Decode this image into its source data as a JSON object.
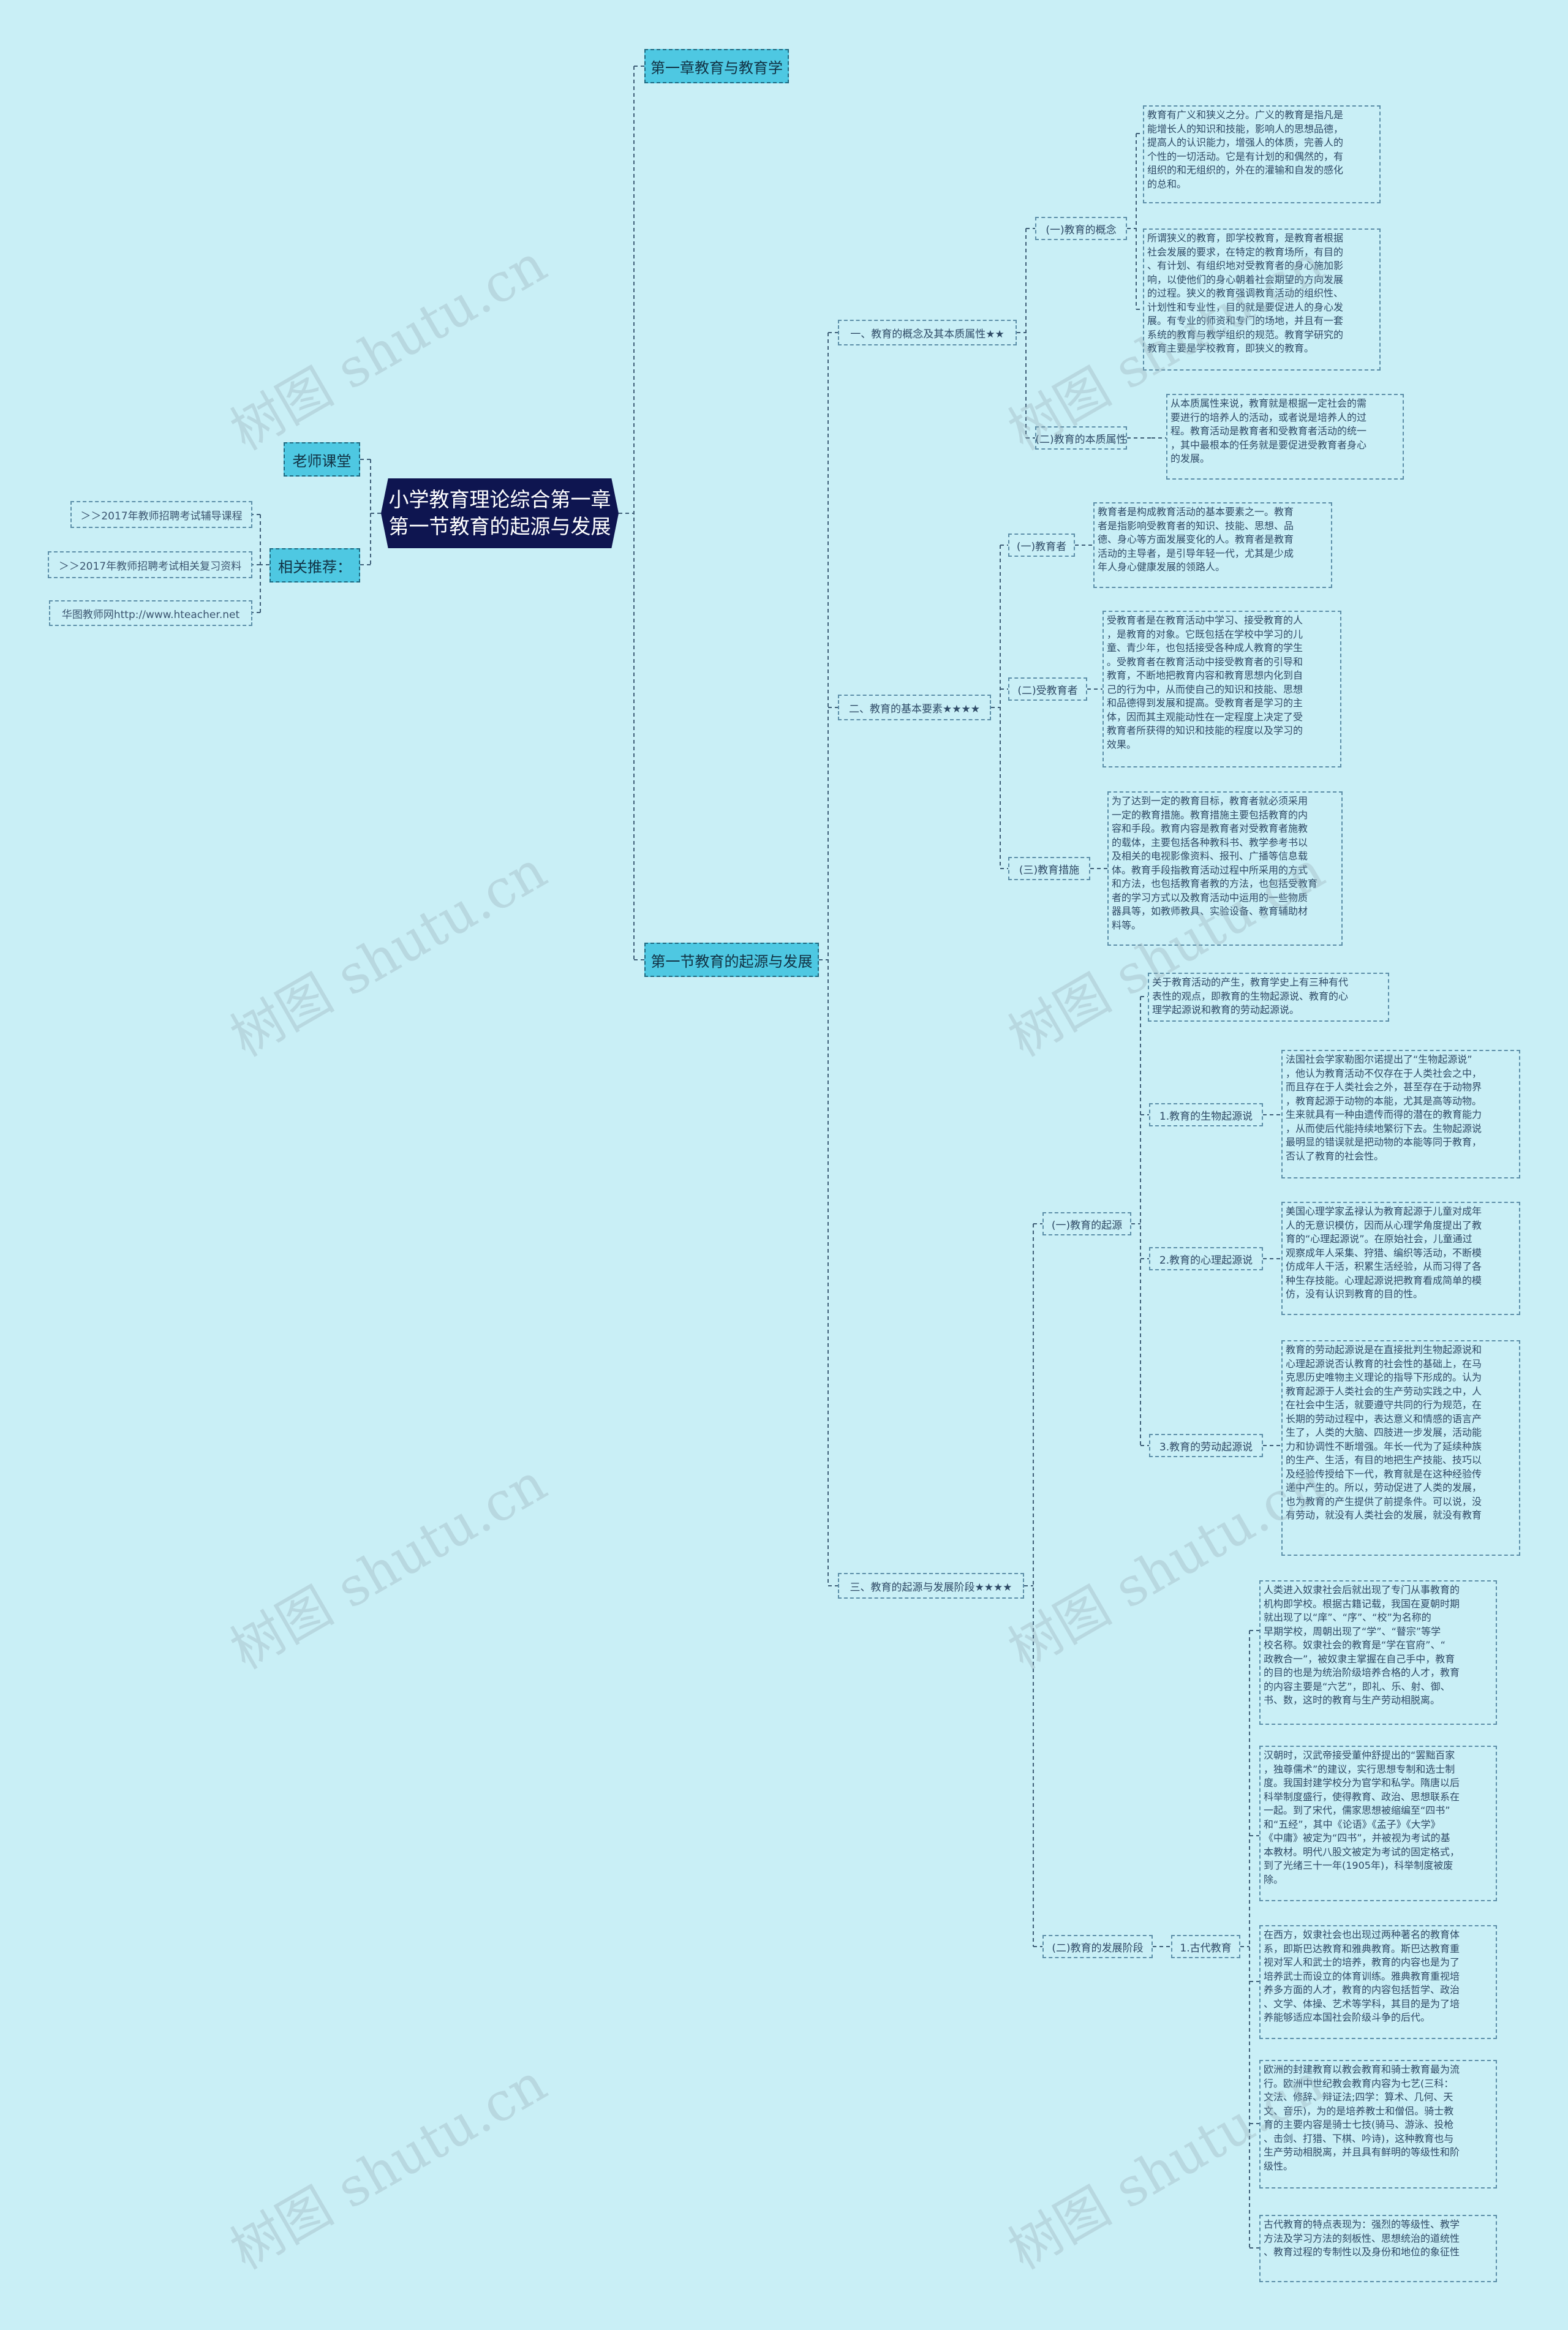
{
  "root": {
    "line1": "小学教育理论综合第一章",
    "line2": "第一节教育的起源与发展"
  },
  "left": {
    "teacher_class": "老师课堂",
    "recommend": "相关推荐：",
    "recommend_items": [
      "＞＞2017年教师招聘考试辅导课程",
      "＞＞2017年教师招聘考试相关复习资料",
      "华图教师网http://www.hteacher.net"
    ]
  },
  "branches": {
    "chapter": "第一章教育与教育学",
    "section": "第一节教育的起源与发展"
  },
  "topics": {
    "t1": "一、教育的概念及其本质属性★★",
    "t2": "二、教育的基本要素★★★★",
    "t3": "三、教育的起源与发展阶段★★★★"
  },
  "subs": {
    "s1": "(一)教育的概念",
    "s2": "(二)教育的本质属性",
    "s3": "(一)教育者",
    "s4": "(二)受教育者",
    "s5": "(三)教育措施",
    "s6": "(一)教育的起源",
    "s7": "1.教育的生物起源说",
    "s8": "2.教育的心理起源说",
    "s9": "3.教育的劳动起源说",
    "s10": "(二)教育的发展阶段",
    "s11": "1.古代教育"
  },
  "texts": {
    "p1": "教育有广义和狭义之分。广义的教育是指凡是\n能增长人的知识和技能，影响人的思想品德，\n提高人的认识能力，增强人的体质，完善人的\n个性的一切活动。它是有计划的和偶然的，有\n组织的和无组织的，外在的灌输和自发的感化\n的总和。",
    "p2": "所谓狭义的教育，即学校教育，是教育者根据\n社会发展的要求，在特定的教育场所，有目的\n、有计划、有组织地对受教育者的身心施加影\n响，以使他们的身心朝着社会期望的方向发展\n的过程。狭义的教育强调教育活动的组织性、\n计划性和专业性，目的就是要促进人的身心发\n展。有专业的师资和专门的场地，并且有一套\n系统的教育与教学组织的规范。教育学研究的\n教育主要是学校教育，即狭义的教育。",
    "p3": "从本质属性来说，教育就是根据一定社会的需\n要进行的培养人的活动，或者说是培养人的过\n程。教育活动是教育者和受教育者活动的统一\n，其中最根本的任务就是要促进受教育者身心\n的发展。",
    "p4": "教育者是构成教育活动的基本要素之一。教育\n者是指影响受教育者的知识、技能、思想、品\n德、身心等方面发展变化的人。教育者是教育\n活动的主导者，是引导年轻一代，尤其是少成\n年人身心健康发展的领路人。",
    "p5": "受教育者是在教育活动中学习、接受教育的人\n，是教育的对象。它既包括在学校中学习的儿\n童、青少年，也包括接受各种成人教育的学生\n。受教育者在教育活动中接受教育者的引导和\n教育，不断地把教育内容和教育思想内化到自\n己的行为中，从而使自己的知识和技能、思想\n和品德得到发展和提高。受教育者是学习的主\n体，因而其主观能动性在一定程度上决定了受\n教育者所获得的知识和技能的程度以及学习的\n效果。",
    "p6": "为了达到一定的教育目标，教育者就必须采用\n一定的教育措施。教育措施主要包括教育的内\n容和手段。教育内容是教育者对受教育者施教\n的载体，主要包括各种教科书、教学参考书以\n及相关的电视影像资料、报刊、广播等信息载\n体。教育手段指教育活动过程中所采用的方式\n和方法，也包括教育者教的方法，也包括受教育\n者的学习方式以及教育活动中运用的一些物质\n器具等，如教师教具、实验设备、教育辅助材\n料等。",
    "p7": "关于教育活动的产生，教育学史上有三种有代\n表性的观点，即教育的生物起源说、教育的心\n理学起源说和教育的劳动起源说。",
    "p8": "法国社会学家勒图尔诺提出了“生物起源说”\n，他认为教育活动不仅存在于人类社会之中，\n而且存在于人类社会之外，甚至存在于动物界\n，教育起源于动物的本能，尤其是高等动物。\n生来就具有一种由遗传而得的潜在的教育能力\n，从而使后代能持续地繁衍下去。生物起源说\n最明显的错误就是把动物的本能等同于教育，\n否认了教育的社会性。",
    "p9": "美国心理学家孟禄认为教育起源于儿童对成年\n人的无意识模仿，因而从心理学角度提出了教\n育的“心理起源说”。在原始社会，儿童通过\n观察成年人采集、狩猎、编织等活动，不断模\n仿成年人干活，积累生活经验，从而习得了各\n种生存技能。心理起源说把教育看成简单的模\n仿，没有认识到教育的目的性。",
    "p10": "教育的劳动起源说是在直接批判生物起源说和\n心理起源说否认教育的社会性的基础上，在马\n克思历史唯物主义理论的指导下形成的。认为\n教育起源于人类社会的生产劳动实践之中，人\n在社会中生活，就要遵守共同的行为规范，在\n长期的劳动过程中，表达意义和情感的语言产\n生了，人类的大脑、四肢进一步发展，活动能\n力和协调性不断增强。年长一代为了延续种族\n的生产、生活，有目的地把生产技能、技巧以\n及经验传授给下一代，教育就是在这种经验传\n递中产生的。所以，劳动促进了人类的发展，\n也为教育的产生提供了前提条件。可以说，没\n有劳动，就没有人类社会的发展，就没有教育",
    "p11": "人类进入奴隶社会后就出现了专门从事教育的\n机构即学校。根据古籍记载，我国在夏朝时期\n就出现了以“庠”、“序”、“校”为名称的\n早期学校，周朝出现了“学”、“瞽宗”等学\n校名称。奴隶社会的教育是“学在官府”、“\n政教合一”，被奴隶主掌握在自己手中，教育\n的目的也是为统治阶级培养合格的人才，教育\n的内容主要是“六艺”，即礼、乐、射、御、\n书、数，这时的教育与生产劳动相脱离。",
    "p12": "汉朝时，汉武帝接受董仲舒提出的“罢黜百家\n，独尊儒术”的建议，实行思想专制和选士制\n度。我国封建学校分为官学和私学。隋唐以后\n科举制度盛行，使得教育、政治、思想联系在\n一起。到了宋代，儒家思想被缩编至“四书”\n和“五经”，其中《论语》《孟子》《大学》\n《中庸》被定为“四书”，并被视为考试的基\n本教材。明代八股文被定为考试的固定格式，\n到了光绪三十一年(1905年)，科举制度被废\n除。",
    "p13": "在西方，奴隶社会也出现过两种著名的教育体\n系，即斯巴达教育和雅典教育。斯巴达教育重\n视对军人和武士的培养，教育的内容也是为了\n培养武士而设立的体育训练。雅典教育重视培\n养多方面的人才，教育的内容包括哲学、政治\n、文学、体操、艺术等学科，其目的是为了培\n养能够适应本国社会阶级斗争的后代。",
    "p14": "欧洲的封建教育以教会教育和骑士教育最为流\n行。欧洲中世纪教会教育内容为七艺(三科：\n文法、修辞、辩证法;四学：算术、几何、天\n文、音乐)，为的是培养教士和僧侣。骑士教\n育的主要内容是骑士七技(骑马、游泳、投枪\n、击剑、打猎、下棋、吟诗)，这种教育也与\n生产劳动相脱离，并且具有鲜明的等级性和阶\n级性。",
    "p15": "古代教育的特点表现为：强烈的等级性、教学\n方法及学习方法的刻板性、思想统治的道统性\n、教育过程的专制性以及身份和地位的象征性"
  },
  "watermark": "树图 shutu.cn"
}
